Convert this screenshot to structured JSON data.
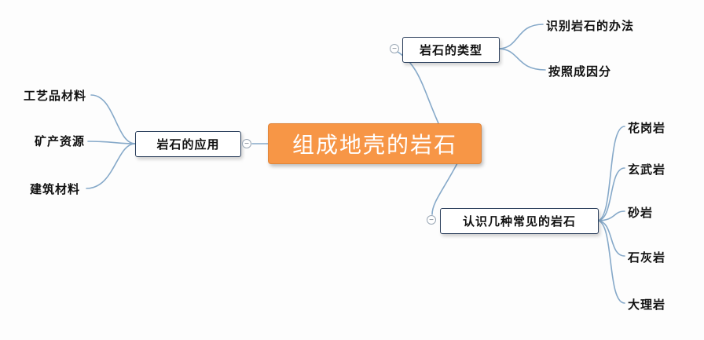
{
  "center": {
    "label": "组成地壳的岩石"
  },
  "branches": [
    {
      "id": "applications",
      "label": "岩石的应用",
      "children": [
        {
          "label": "工艺品材料"
        },
        {
          "label": "矿产资源"
        },
        {
          "label": "建筑材料"
        }
      ]
    },
    {
      "id": "types",
      "label": "岩石的类型",
      "children": [
        {
          "label": "识别岩石的办法"
        },
        {
          "label": "按照成因分"
        }
      ]
    },
    {
      "id": "common-rocks",
      "label": "认识几种常见的岩石",
      "children": [
        {
          "label": "花岗岩"
        },
        {
          "label": "玄武岩"
        },
        {
          "label": "砂岩"
        },
        {
          "label": "石灰岩"
        },
        {
          "label": "大理岩"
        }
      ]
    }
  ],
  "ui": {
    "collapse_glyph": "−"
  },
  "colors": {
    "center_fill": "#f79646",
    "center_text": "#ffffff",
    "node_border": "#2b3f5c",
    "connector": "#86a9c9"
  }
}
